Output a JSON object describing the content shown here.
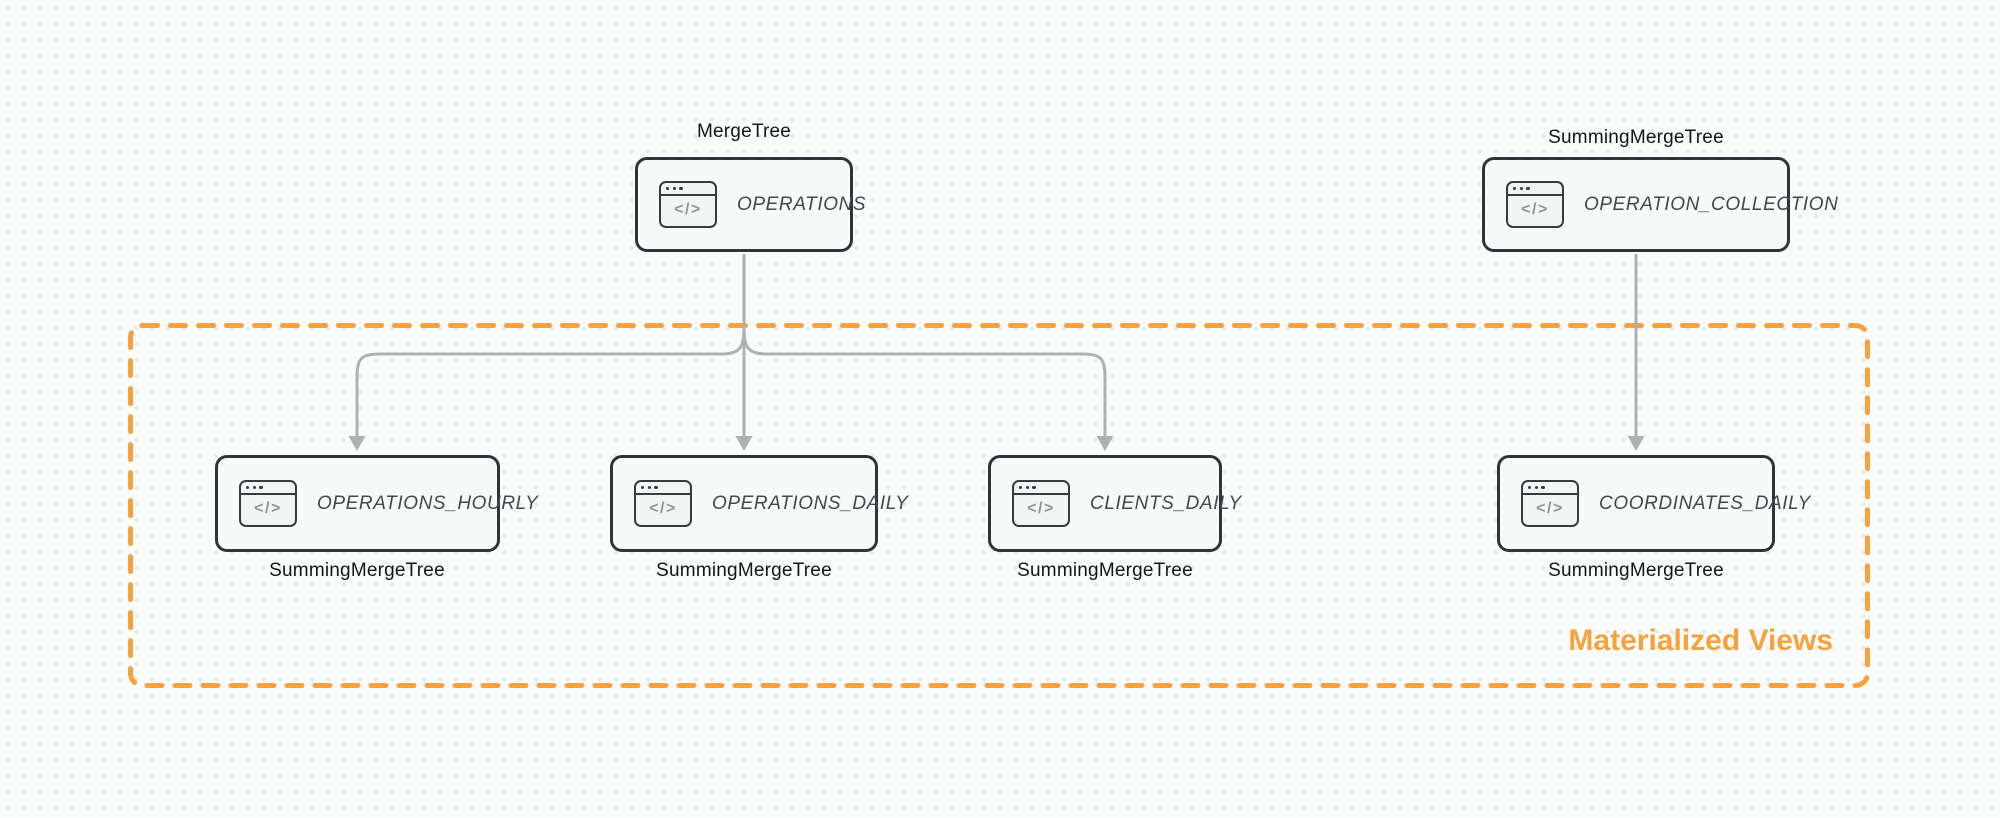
{
  "canvas": {
    "background": "#FAFBFB",
    "dot_color": "#E0E3E4"
  },
  "colors": {
    "accent_orange": "#F7A23C",
    "node_border": "#2E3437",
    "node_fill": "#F8F9F9",
    "arrow_gray": "#AEB1B2",
    "engine_label_text": "#131619",
    "node_label_text": "#43484C"
  },
  "icons": {
    "code_window_glyph": "</>"
  },
  "nodes": {
    "operations": {
      "table": "OPERATIONS",
      "engine": "MergeTree"
    },
    "operation_collection": {
      "table": "OPERATION_COLLECTION",
      "engine": "SummingMergeTree"
    },
    "operations_hourly": {
      "table": "OPERATIONS_HOURLY",
      "engine": "SummingMergeTree"
    },
    "operations_daily": {
      "table": "OPERATIONS_DAILY",
      "engine": "SummingMergeTree"
    },
    "clients_daily": {
      "table": "CLIENTS_DAILY",
      "engine": "SummingMergeTree"
    },
    "coordinates_daily": {
      "table": "COORDINATES_DAILY",
      "engine": "SummingMergeTree"
    }
  },
  "group": {
    "label": "Materialized Views"
  },
  "edges": [
    {
      "from": "OPERATIONS",
      "to": "OPERATIONS_HOURLY"
    },
    {
      "from": "OPERATIONS",
      "to": "OPERATIONS_DAILY"
    },
    {
      "from": "OPERATIONS",
      "to": "CLIENTS_DAILY"
    },
    {
      "from": "OPERATION_COLLECTION",
      "to": "COORDINATES_DAILY"
    }
  ]
}
